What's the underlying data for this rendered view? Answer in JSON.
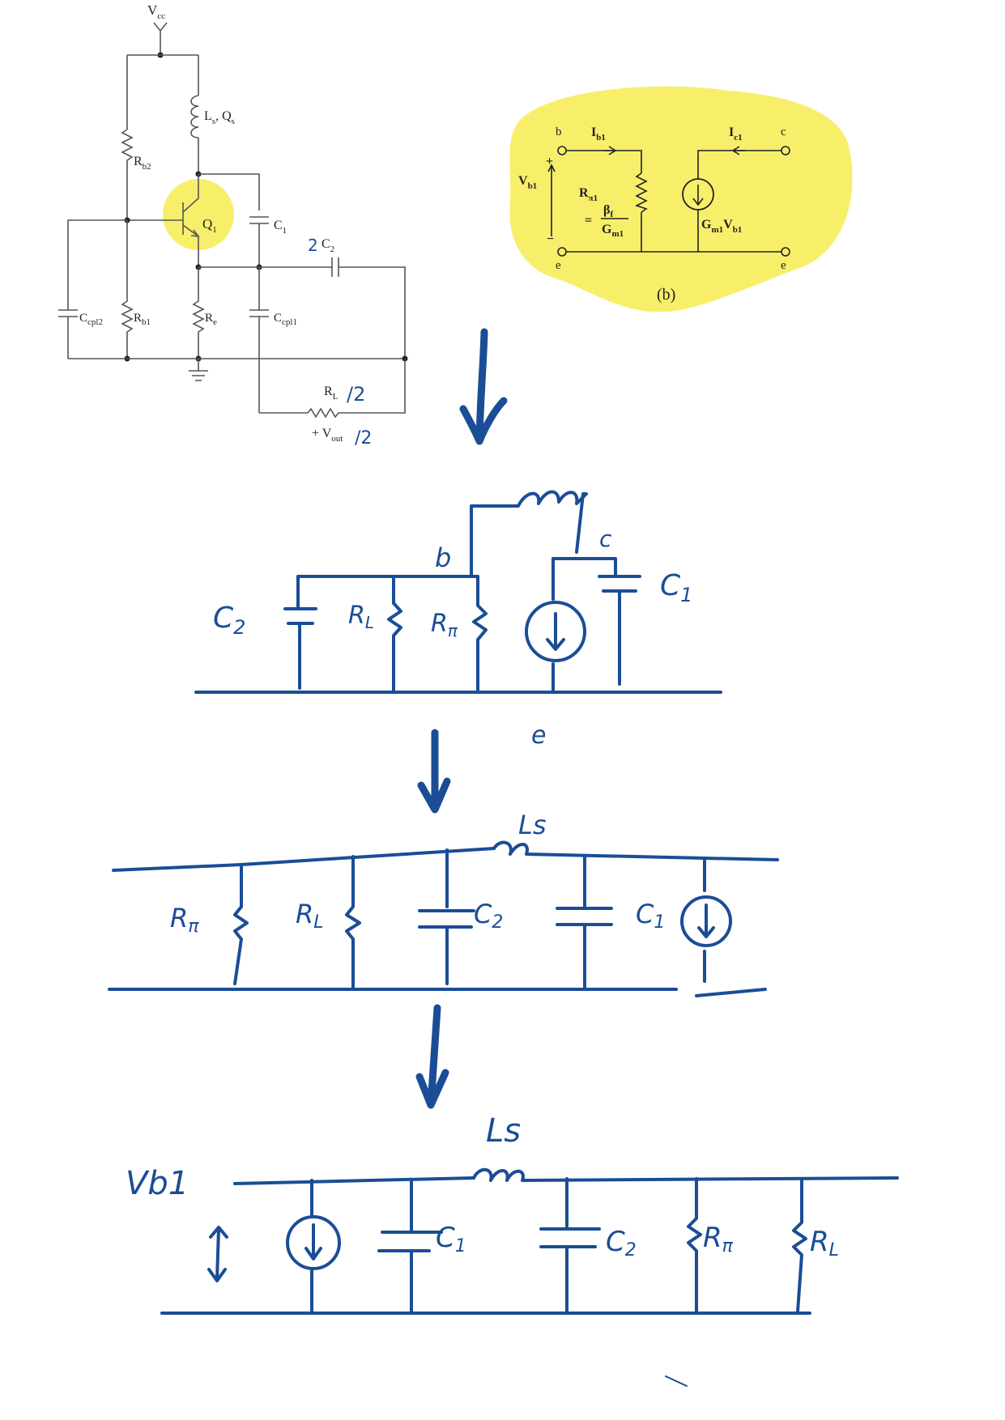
{
  "colors": {
    "ink": "#1a4d96",
    "highlight": "#f7ef6a",
    "printed": "#333333"
  },
  "printed_schematic": {
    "vcc": "V",
    "vcc_sub": "cc",
    "ls_qs": "L",
    "ls_sub": "s",
    "ls_qs_rest": ", Q",
    "qs_sub": "s",
    "rb2": "R",
    "rb2_sub": "b2",
    "q1": "Q",
    "q1_sub": "1",
    "c1": "C",
    "c1_sub": "1",
    "c2_prefix": "2",
    "c2": "C",
    "c2_sub": "2",
    "ccpl2": "C",
    "ccpl2_sub": "cpl2",
    "rb1": "R",
    "rb1_sub": "b1",
    "re": "R",
    "re_sub": "e",
    "ccpl1": "C",
    "ccpl1_sub": "cpl1",
    "rl": "R",
    "rl_sub": "L",
    "rl_note": "/2",
    "vout": "+ V",
    "vout_sub": "out",
    "vout_note": "/2"
  },
  "small_signal_model": {
    "node_b": "b",
    "node_c": "c",
    "node_e_left": "e",
    "node_e_right": "e",
    "ib1": "I",
    "ib1_sub": "b1",
    "ic1": "I",
    "ic1_sub": "c1",
    "vb1": "V",
    "vb1_sub": "b1",
    "plus": "+",
    "minus": "−",
    "rpi": "R",
    "rpi_sub": "π1",
    "eq": "=",
    "beta": "β",
    "beta_sub": "f",
    "gm_den": "G",
    "gm_den_sub": "m1",
    "gmvb": "G",
    "gmvb_sub1": "m1",
    "gmvb_mid": "V",
    "gmvb_sub2": "b1",
    "caption": "(b)"
  },
  "sketch_2": {
    "b": "b",
    "c": "c",
    "c2": "C",
    "c2_sub": "2",
    "rl": "R",
    "rl_sub": "L",
    "rpi": "R",
    "rpi_sub": "π",
    "c1": "C",
    "c1_sub": "1",
    "e": "e"
  },
  "sketch_3": {
    "ls": "Ls",
    "rpi": "R",
    "rpi_sub": "π",
    "rl": "R",
    "rl_sub": "L",
    "c2": "C",
    "c2_sub": "2",
    "c1": "C",
    "c1_sub": "1"
  },
  "sketch_4": {
    "vb1": "Vb1",
    "ls": "Ls",
    "c1": "C",
    "c1_sub": "1",
    "c2": "C",
    "c2_sub": "2",
    "rpi": "R",
    "rpi_sub": "π",
    "rl": "R",
    "rl_sub": "L"
  }
}
